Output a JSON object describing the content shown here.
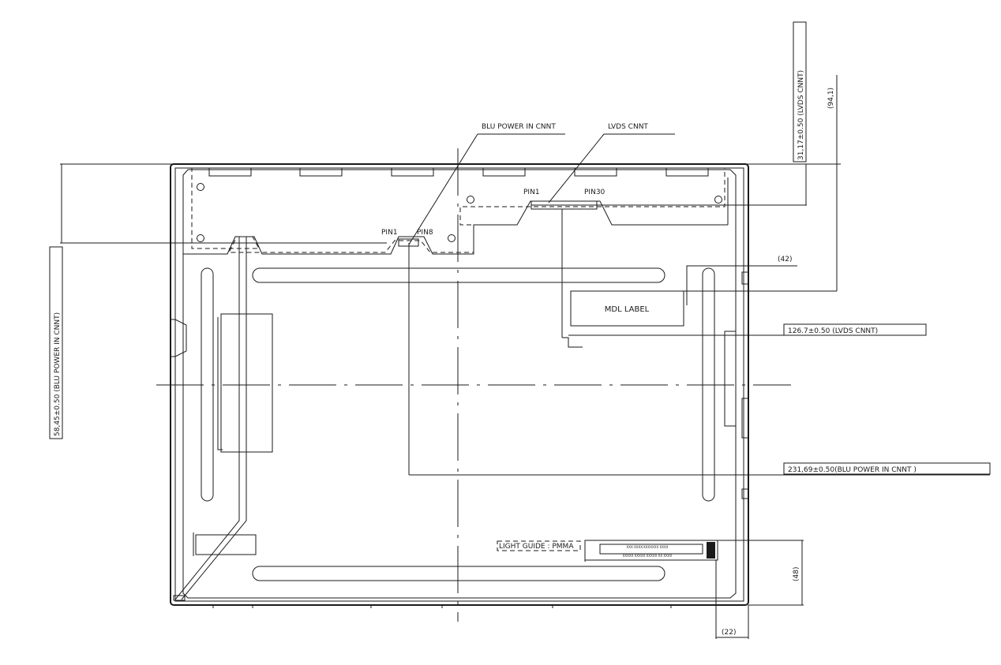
{
  "callouts": {
    "blu_power": "BLU POWER IN CNNT",
    "lvds": "LVDS CNNT",
    "mdl_label": "MDL LABEL",
    "light_guide": "LIGHT GUIDE : PMMA"
  },
  "pins": {
    "lvds_pin1": "PIN1",
    "lvds_pin30": "PIN30",
    "blu_pin1": "PIN1",
    "blu_pin8": "PIN8"
  },
  "dimensions": {
    "lvds_vertical": "31,17±0.50 (LVDS CNNT)",
    "overall_vertical": "(94,1)",
    "blu_vertical": "58,45±0.50 (BLU POWER IN CNNT)",
    "label_42": "(42)",
    "lvds_horizontal": "126.7±0.50 (LVDS CNNT)",
    "blu_horizontal": "231,69±0.50(BLU POWER IN CNNT )",
    "label_48": "(48)",
    "label_22": "(22)"
  },
  "barcode_text": {
    "line1": "XXX XXXX-XXXXXXX XXXX",
    "line2": "XXXXX XXXXX XXXXX XX XXXX"
  }
}
